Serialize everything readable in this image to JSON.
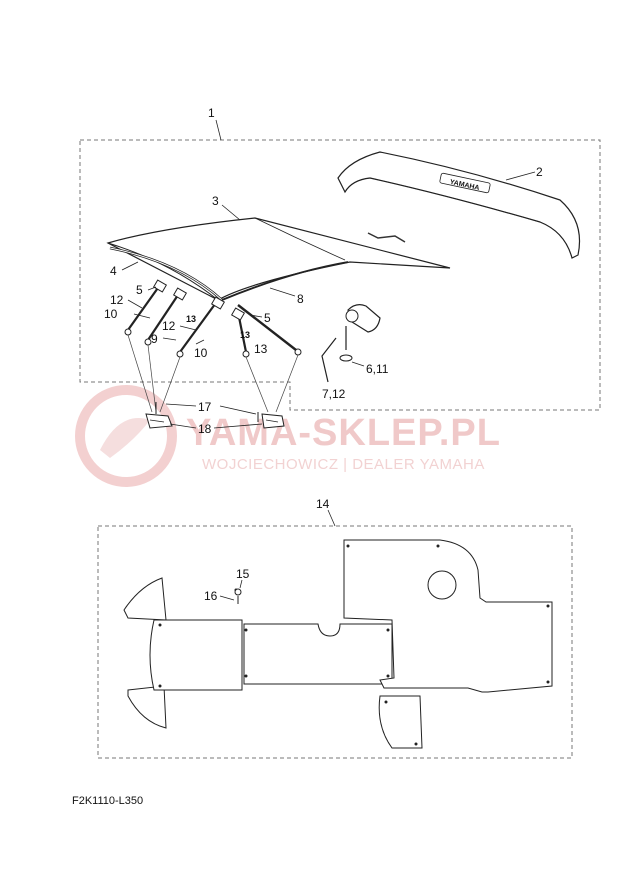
{
  "diagram_code": "F2K1110-L350",
  "watermark": {
    "title": "YAMA-SKLEP.PL",
    "subtitle": "WOJCIECHOWICZ | DEALER YAMAHA"
  },
  "brand_text": "YAMAHA",
  "callouts": {
    "c1": "1",
    "c2": "2",
    "c3": "3",
    "c4": "4",
    "c5a": "5",
    "c5b": "5",
    "c6": "6,11",
    "c7": "7,12",
    "c8": "8",
    "c9": "9",
    "c10a": "10",
    "c10b": "10",
    "c12a": "12",
    "c12b": "12",
    "c13a": "13",
    "c13b": "13",
    "c13c": "13",
    "c14": "14",
    "c15": "15",
    "c16": "16",
    "c17": "17",
    "c18": "18"
  }
}
